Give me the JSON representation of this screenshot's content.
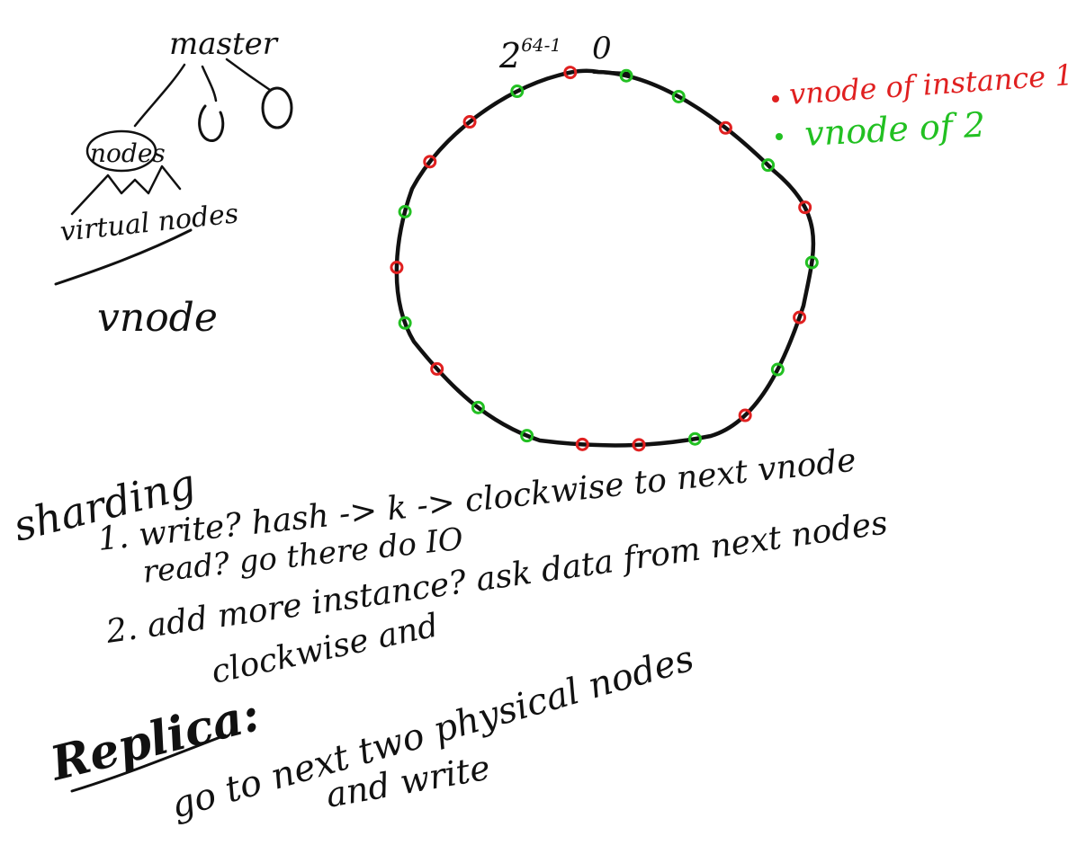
{
  "colors": {
    "ink": "#111111",
    "instance1": "#e02020",
    "instance2": "#22c022",
    "background": "#ffffff"
  },
  "tree": {
    "root_label": "master",
    "child_label": "nodes",
    "grandchild_label": "virtual nodes",
    "abbreviation": "vnode"
  },
  "ring": {
    "top_left_label_base": "2",
    "top_left_label_exp": "64-1",
    "top_right_label": "0",
    "markers": [
      {
        "instance": 2
      },
      {
        "instance": 2
      },
      {
        "instance": 1
      },
      {
        "instance": 2
      },
      {
        "instance": 1
      },
      {
        "instance": 2
      },
      {
        "instance": 1
      },
      {
        "instance": 2
      },
      {
        "instance": 1
      },
      {
        "instance": 2
      },
      {
        "instance": 1
      },
      {
        "instance": 1
      },
      {
        "instance": 2
      },
      {
        "instance": 2
      },
      {
        "instance": 1
      },
      {
        "instance": 2
      },
      {
        "instance": 1
      },
      {
        "instance": 2
      },
      {
        "instance": 1
      },
      {
        "instance": 1
      },
      {
        "instance": 2
      },
      {
        "instance": 1
      }
    ]
  },
  "legend": {
    "item1": "vnode of instance 1",
    "item2": "vnode of 2"
  },
  "notes": {
    "sharding_title": "sharding",
    "line1": "1. write? hash -> k -> clockwise to next vnode",
    "line2": "read? go there do IO",
    "line3": "2. add more instance? ask data from next nodes",
    "line4": "clockwise and",
    "replica_title": "Replica:",
    "replica_line1": "go to next two physical nodes",
    "replica_line2": "and write"
  }
}
